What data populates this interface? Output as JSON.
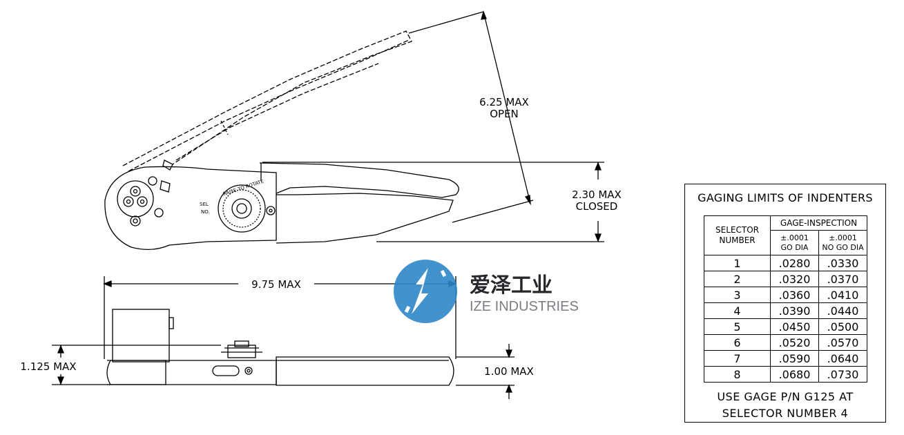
{
  "top_view": {
    "open_dim": [
      "6.25 MAX",
      "OPEN"
    ],
    "closed_dim": [
      "2.30 MAX",
      "CLOSED"
    ],
    "dial_text": "RAISE TO ROTATE",
    "sel_label": [
      "SEL",
      "NO."
    ]
  },
  "side_view": {
    "length_dim": "9.75 MAX",
    "height_dim": "1.125 MAX",
    "handle_dim": "1.00 MAX"
  },
  "watermark": {
    "cn": "爱泽工业",
    "en": "IZE INDUSTRIES",
    "color_blue": "#2e86c8",
    "color_text": "#26272b"
  },
  "gage_table": {
    "title": "GAGING LIMITS OF INDENTERS",
    "selector_header": [
      "SELECTOR",
      "NUMBER"
    ],
    "inspection_header": "GAGE-INSPECTION",
    "go_header": [
      "±.0001",
      "GO DIA"
    ],
    "nogo_header": [
      "±.0001",
      "NO GO DIA"
    ],
    "rows": [
      {
        "sel": "1",
        "go": ".0280",
        "nogo": ".0330"
      },
      {
        "sel": "2",
        "go": ".0320",
        "nogo": ".0370"
      },
      {
        "sel": "3",
        "go": ".0360",
        "nogo": ".0410"
      },
      {
        "sel": "4",
        "go": ".0390",
        "nogo": ".0440"
      },
      {
        "sel": "5",
        "go": ".0450",
        "nogo": ".0500"
      },
      {
        "sel": "6",
        "go": ".0520",
        "nogo": ".0570"
      },
      {
        "sel": "7",
        "go": ".0590",
        "nogo": ".0640"
      },
      {
        "sel": "8",
        "go": ".0680",
        "nogo": ".0730"
      }
    ],
    "note": [
      "USE GAGE P/N G125 AT",
      "SELECTOR NUMBER 4"
    ]
  }
}
